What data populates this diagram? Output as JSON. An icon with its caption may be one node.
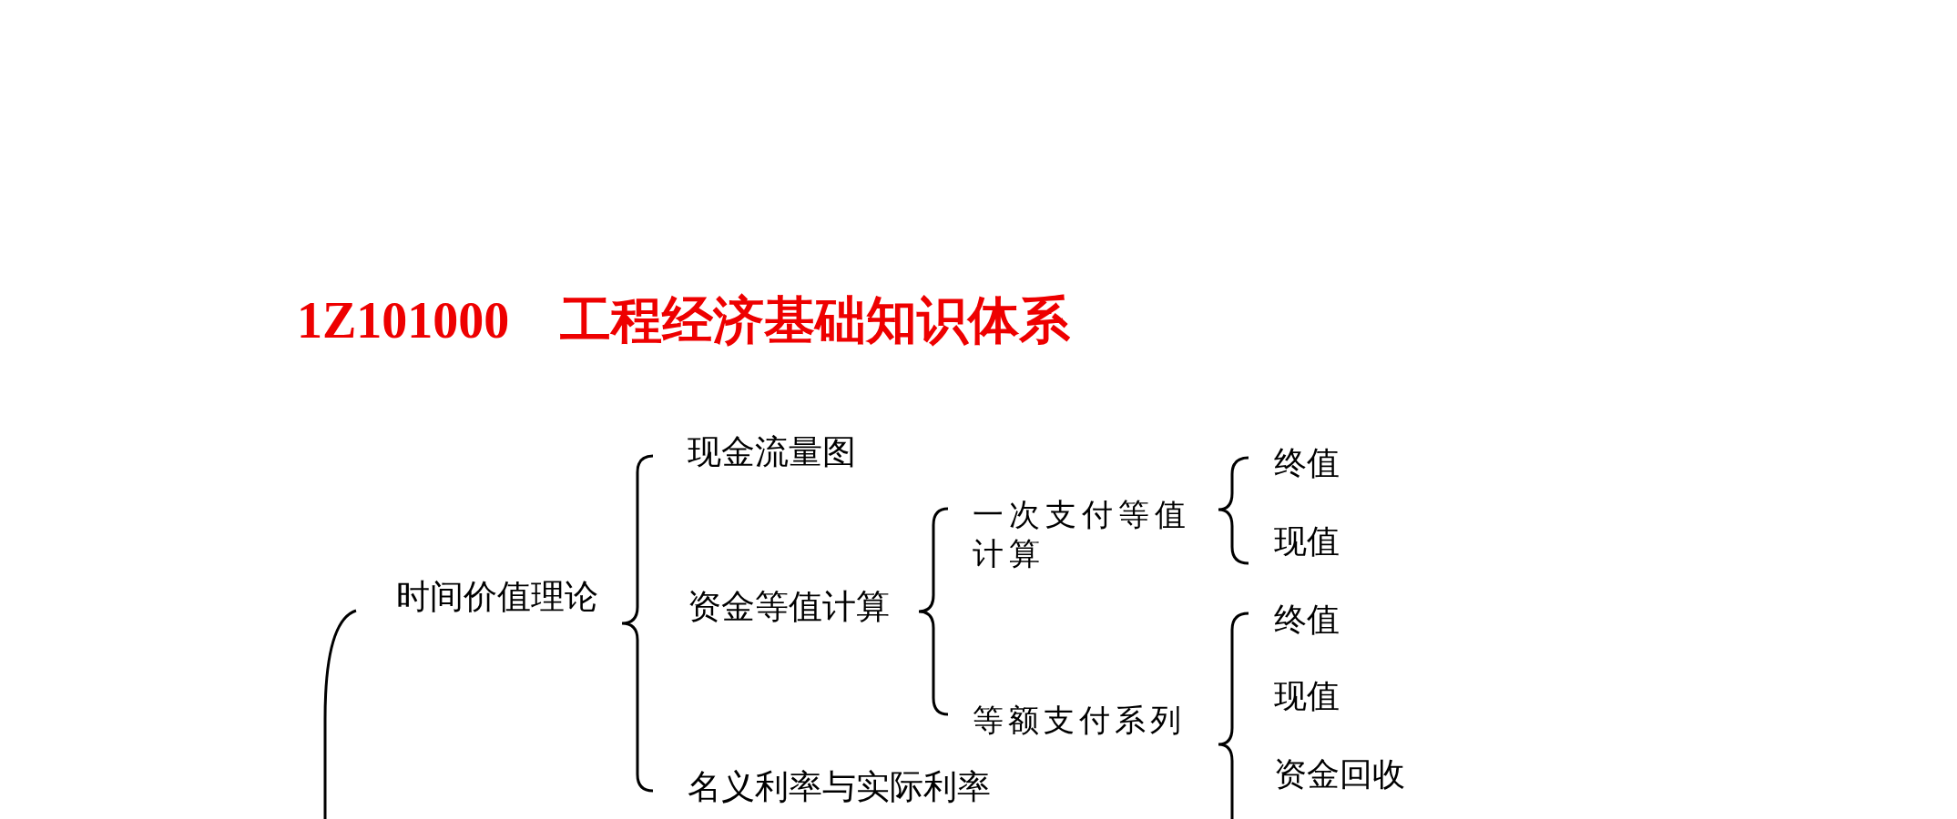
{
  "diagram": {
    "title": "1Z101000　工程经济基础知识体系",
    "labels": [
      "时间价值理论",
      "现金流量图",
      "资金等值计算",
      "一次支付等值计算",
      "终值",
      "现值",
      "等额支付系列",
      "终值",
      "现值",
      "资金回收",
      "名义利率与实际利率"
    ]
  }
}
